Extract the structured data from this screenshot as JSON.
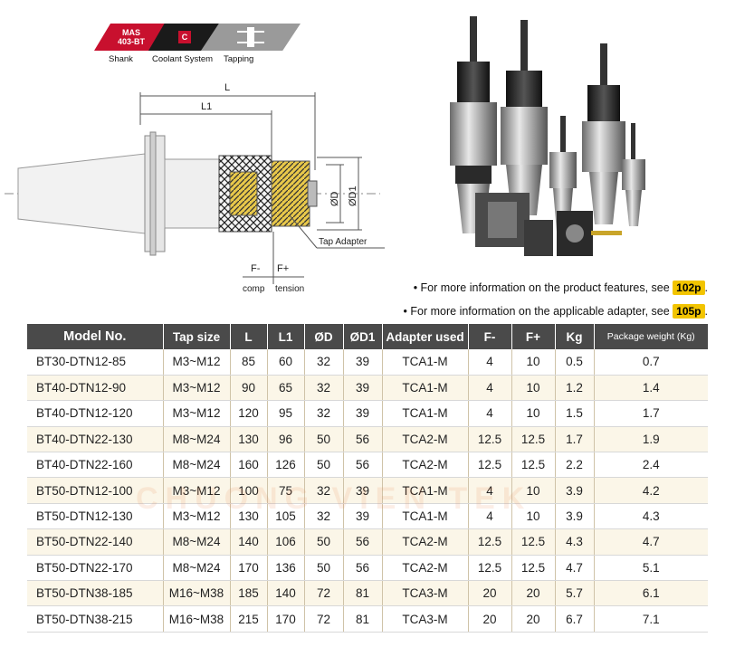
{
  "badges": {
    "shank_line1": "MAS",
    "shank_line2": "403-BT",
    "coolant_code": "C",
    "label_shank": "Shank",
    "label_coolant": "Coolant System",
    "label_tapping": "Tapping"
  },
  "drawing": {
    "dim_L": "L",
    "dim_L1": "L1",
    "dim_D": "ØD",
    "dim_D1": "ØD1",
    "tap_adapter": "Tap Adapter",
    "f_minus": "F-",
    "f_plus": "F+",
    "comp": "comp",
    "tension": "tension"
  },
  "notes": [
    {
      "text": "• For more information on the product features, see ",
      "page": "102p",
      "tail": "."
    },
    {
      "text": "• For more information on the applicable adapter, see ",
      "page": "105p",
      "tail": "."
    }
  ],
  "table": {
    "headers": [
      "Model No.",
      "Tap size",
      "L",
      "L1",
      "ØD",
      "ØD1",
      "Adapter used",
      "F-",
      "F+",
      "Kg",
      "Package weight (Kg)"
    ],
    "rows": [
      [
        "BT30-DTN12-85",
        "M3~M12",
        "85",
        "60",
        "32",
        "39",
        "TCA1-M",
        "4",
        "10",
        "0.5",
        "0.7"
      ],
      [
        "BT40-DTN12-90",
        "M3~M12",
        "90",
        "65",
        "32",
        "39",
        "TCA1-M",
        "4",
        "10",
        "1.2",
        "1.4"
      ],
      [
        "BT40-DTN12-120",
        "M3~M12",
        "120",
        "95",
        "32",
        "39",
        "TCA1-M",
        "4",
        "10",
        "1.5",
        "1.7"
      ],
      [
        "BT40-DTN22-130",
        "M8~M24",
        "130",
        "96",
        "50",
        "56",
        "TCA2-M",
        "12.5",
        "12.5",
        "1.7",
        "1.9"
      ],
      [
        "BT40-DTN22-160",
        "M8~M24",
        "160",
        "126",
        "50",
        "56",
        "TCA2-M",
        "12.5",
        "12.5",
        "2.2",
        "2.4"
      ],
      [
        "BT50-DTN12-100",
        "M3~M12",
        "100",
        "75",
        "32",
        "39",
        "TCA1-M",
        "4",
        "10",
        "3.9",
        "4.2"
      ],
      [
        "BT50-DTN12-130",
        "M3~M12",
        "130",
        "105",
        "32",
        "39",
        "TCA1-M",
        "4",
        "10",
        "3.9",
        "4.3"
      ],
      [
        "BT50-DTN22-140",
        "M8~M24",
        "140",
        "106",
        "50",
        "56",
        "TCA2-M",
        "12.5",
        "12.5",
        "4.3",
        "4.7"
      ],
      [
        "BT50-DTN22-170",
        "M8~M24",
        "170",
        "136",
        "50",
        "56",
        "TCA2-M",
        "12.5",
        "12.5",
        "4.7",
        "5.1"
      ],
      [
        "BT50-DTN38-185",
        "M16~M38",
        "185",
        "140",
        "72",
        "81",
        "TCA3-M",
        "20",
        "20",
        "5.7",
        "6.1"
      ],
      [
        "BT50-DTN38-215",
        "M16~M38",
        "215",
        "170",
        "72",
        "81",
        "TCA3-M",
        "20",
        "20",
        "6.7",
        "7.1"
      ]
    ]
  },
  "watermark": "CHUONG VIEN TEK",
  "colors": {
    "header_bg": "#4a4a4a",
    "accent_red": "#c8102e",
    "page_badge": "#f2c400",
    "row_alt": "#fbf6e8"
  }
}
